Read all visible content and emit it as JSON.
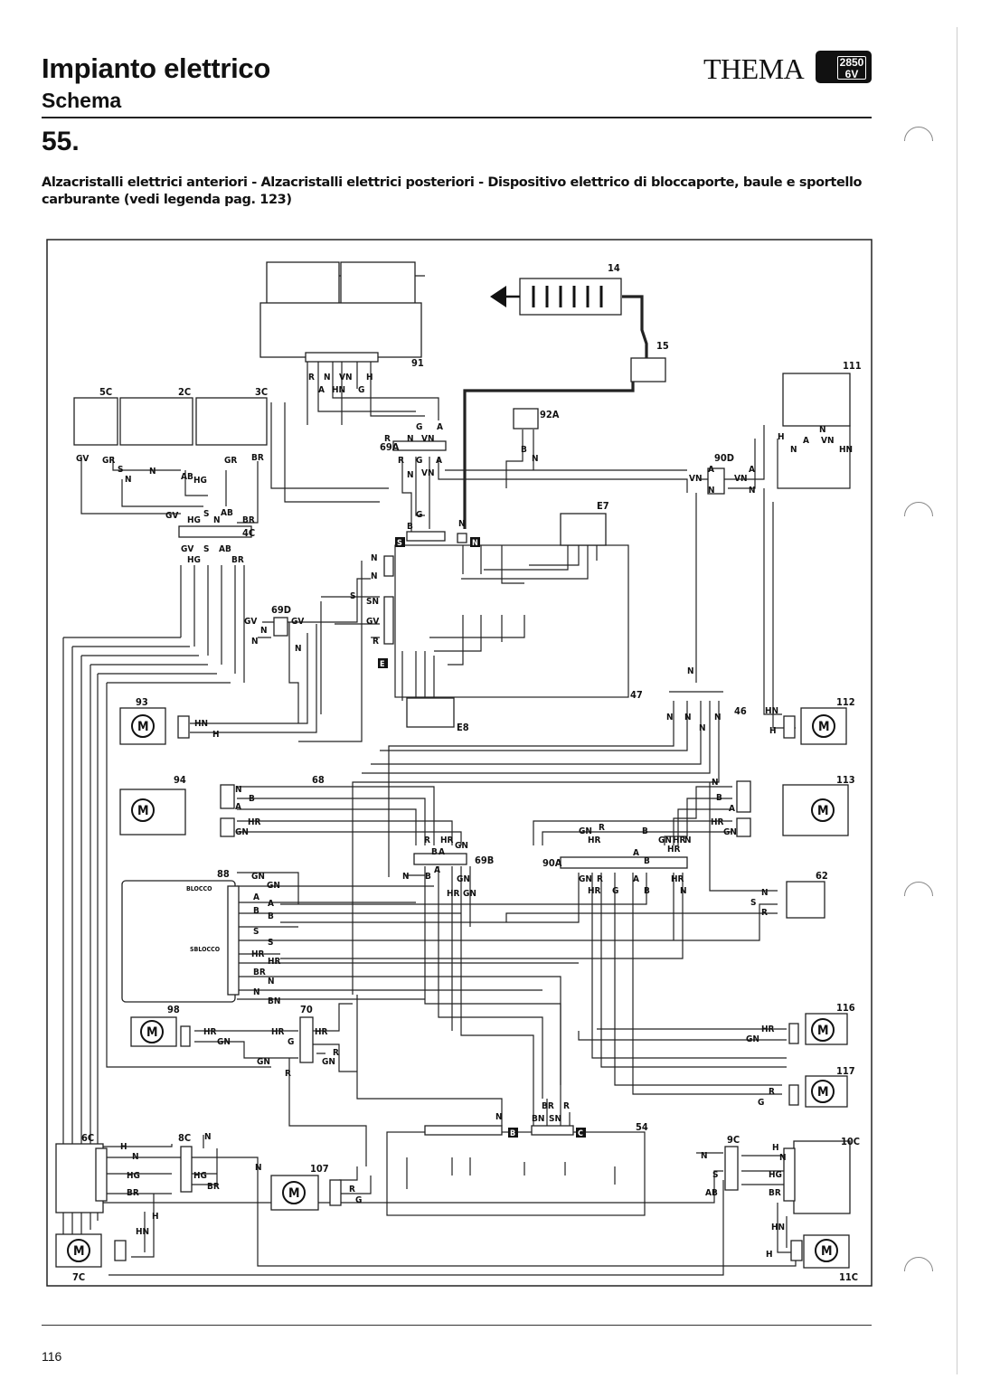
{
  "header": {
    "title": "Impianto elettrico",
    "subtitle": "Schema",
    "brand": "THEMA",
    "badge_line1": "2850",
    "badge_line2": "6V",
    "section_number": "55.",
    "caption": "Alzacristalli elettrici anteriori - Alzacristalli elettrici posteriori - Dispositivo elettrico di bloccaporte, baule e sportello carburante (vedi legenda pag. 123)"
  },
  "footer": {
    "page_number": "116"
  },
  "diagram": {
    "components": [
      {
        "id": "91",
        "label": "91"
      },
      {
        "id": "14",
        "label": "14"
      },
      {
        "id": "15",
        "label": "15"
      },
      {
        "id": "111",
        "label": "111"
      },
      {
        "id": "5c",
        "label": "5C"
      },
      {
        "id": "2c",
        "label": "2C"
      },
      {
        "id": "3c",
        "label": "3C"
      },
      {
        "id": "92a",
        "label": "92A"
      },
      {
        "id": "69a",
        "label": "69A"
      },
      {
        "id": "90d",
        "label": "90D"
      },
      {
        "id": "e7",
        "label": "E7"
      },
      {
        "id": "4c",
        "label": "4C"
      },
      {
        "id": "69d",
        "label": "69D"
      },
      {
        "id": "47",
        "label": "47"
      },
      {
        "id": "e8",
        "label": "E8"
      },
      {
        "id": "93",
        "label": "93"
      },
      {
        "id": "112",
        "label": "112"
      },
      {
        "id": "46",
        "label": "46"
      },
      {
        "id": "68",
        "label": "68"
      },
      {
        "id": "94",
        "label": "94"
      },
      {
        "id": "113",
        "label": "113"
      },
      {
        "id": "69b",
        "label": "69B"
      },
      {
        "id": "90a",
        "label": "90A"
      },
      {
        "id": "88",
        "label": "88"
      },
      {
        "id": "62",
        "label": "62"
      },
      {
        "id": "98",
        "label": "98"
      },
      {
        "id": "70",
        "label": "70"
      },
      {
        "id": "116",
        "label": "116"
      },
      {
        "id": "117",
        "label": "117"
      },
      {
        "id": "54",
        "label": "54"
      },
      {
        "id": "6c",
        "label": "6C"
      },
      {
        "id": "8c",
        "label": "8C"
      },
      {
        "id": "107",
        "label": "107"
      },
      {
        "id": "9c",
        "label": "9C"
      },
      {
        "id": "10c",
        "label": "10C"
      },
      {
        "id": "7c",
        "label": "7C"
      },
      {
        "id": "11c",
        "label": "11C"
      }
    ],
    "actuator_labels": {
      "blocco": "BLOCCO",
      "sblocco": "SBLOCCO"
    },
    "connector_letters": [
      "S",
      "N",
      "E",
      "B",
      "C"
    ],
    "wire_labels": [
      "R",
      "N",
      "VN",
      "H",
      "A",
      "HN",
      "G",
      "GV",
      "GR",
      "AB",
      "HG",
      "S",
      "BR",
      "SN",
      "B",
      "GN",
      "HR",
      "BN"
    ]
  }
}
